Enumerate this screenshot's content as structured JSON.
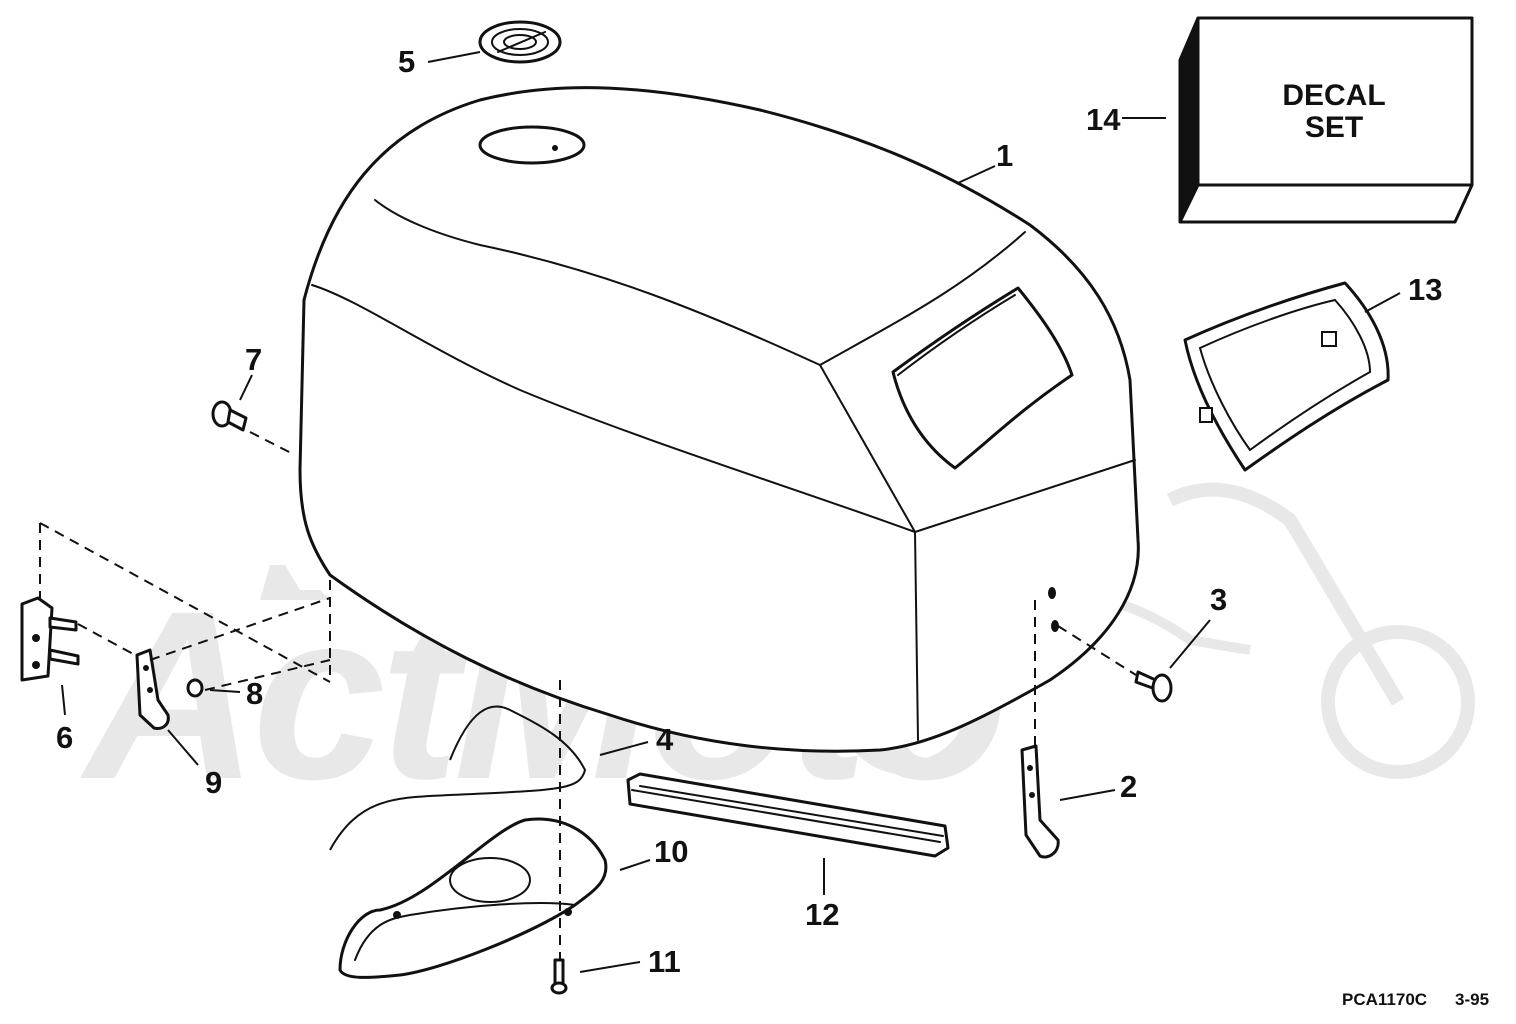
{
  "figure_id": "PCA1170C",
  "revision": "3-95",
  "decal_label": [
    "DECAL",
    "SET"
  ],
  "callouts": {
    "hood": "1",
    "rear_bracket": "2",
    "rear_screw": "3",
    "seal": "4",
    "plug": "5",
    "latch_plate": "6",
    "screw": "7",
    "nut": "8",
    "front_bracket": "9",
    "hood_tray": "10",
    "tray_screw": "11",
    "seal_strip": "12",
    "grille": "13",
    "decal_set": "14"
  },
  "watermark_text": "ActMoto"
}
